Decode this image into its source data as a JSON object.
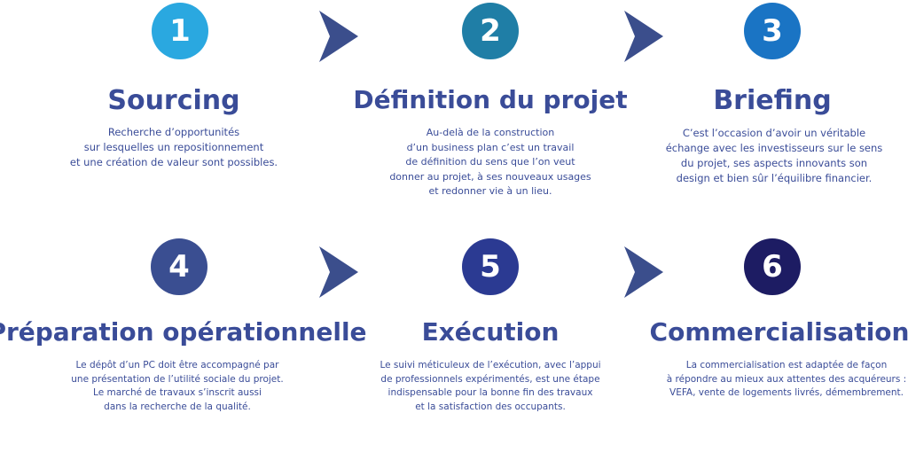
{
  "colors": {
    "step1": "#2aa8e0",
    "step2": "#1f7ea6",
    "step3": "#1a74c4",
    "step4": "#3a4e91",
    "step5": "#2b3a92",
    "step6": "#1d1c63",
    "arrow": "#3b4e8c",
    "text": "#3a4c98"
  },
  "steps": [
    {
      "number": "1",
      "title": "Sourcing",
      "lines": [
        "Recherche d’opportunités",
        "sur lesquelles un repositionnement",
        "et une création de valeur sont possibles."
      ]
    },
    {
      "number": "2",
      "title": "Définition du projet",
      "lines": [
        "Au-delà de la construction",
        "d’un business plan c’est un travail",
        "de définition du sens que l’on veut",
        "donner au projet, à ses nouveaux usages",
        "et redonner vie à un lieu."
      ]
    },
    {
      "number": "3",
      "title": "Briefing",
      "lines": [
        "C’est l’occasion d’avoir un véritable",
        "échange avec les investisseurs sur le sens",
        "du projet, ses aspects innovants son",
        "design et bien sûr l’équilibre financier."
      ]
    },
    {
      "number": "4",
      "title": "Préparation opérationnelle",
      "lines": [
        "Le dépôt d’un PC doit être accompagné par",
        "une présentation de l’utilité sociale du projet.",
        "Le marché de travaux s’inscrit aussi",
        "dans la recherche de la qualité."
      ]
    },
    {
      "number": "5",
      "title": "Exécution",
      "lines": [
        "Le suivi méticuleux de l’exécution, avec l’appui",
        "de professionnels expérimentés, est une étape",
        "indispensable pour la bonne fin des travaux",
        "et la satisfaction des occupants."
      ]
    },
    {
      "number": "6",
      "title": "Commercialisation",
      "lines": [
        "La commercialisation est adaptée de façon",
        "à répondre au mieux aux attentes des acquéreurs :",
        "VEFA, vente de logements livrés, démembrement."
      ]
    }
  ]
}
